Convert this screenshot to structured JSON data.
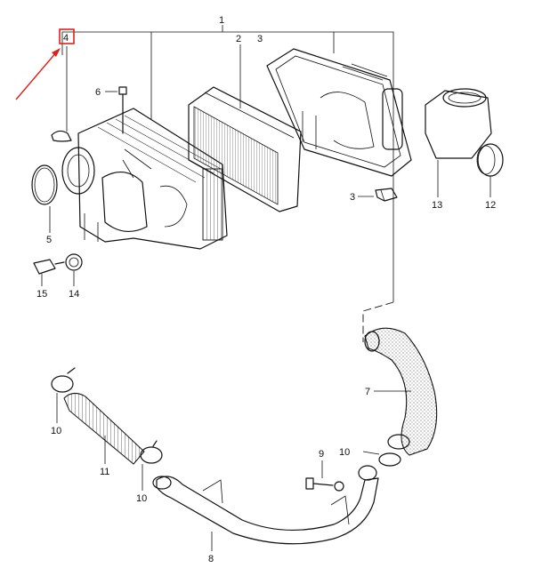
{
  "labels": {
    "p1": "1",
    "p2": "2",
    "p3": "3",
    "p4": "4",
    "p5": "5",
    "p6": "6",
    "p7": "7",
    "p8": "8",
    "p9": "9",
    "p10": "10",
    "p11": "11",
    "p12": "12",
    "p13": "13",
    "p14": "14",
    "p15": "15"
  },
  "highlight": {
    "part": "4",
    "color": "#e0201a"
  }
}
